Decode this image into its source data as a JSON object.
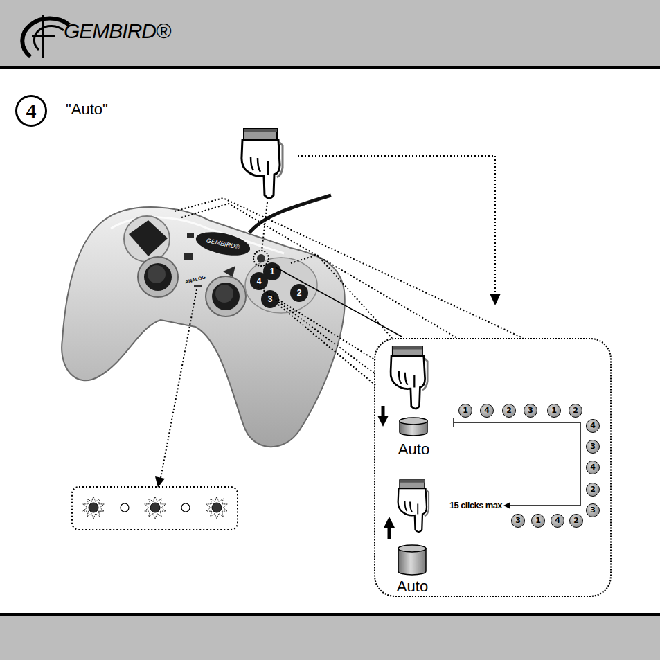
{
  "diagram": {
    "title": "\"Auto\"",
    "nodes": [
      {
        "text": [
          "GEMBIRD®"
        ]
      },
      {
        "text": [
          "4"
        ]
      },
      {
        "text": [
          "15 clicks max"
        ]
      },
      {
        "text": [
          "Auto"
        ],
        "in": 2
      },
      {
        "text": [
          "1"
        ],
        "in": 2
      },
      {
        "text": [
          "4"
        ],
        "in": 2
      },
      {
        "text": [
          "2"
        ],
        "in": 2
      },
      {
        "text": [
          "3"
        ],
        "in": 2
      },
      {
        "text": [
          "1"
        ],
        "in": 2
      },
      {
        "text": [
          "2"
        ],
        "in": 2
      },
      {
        "text": [
          "4"
        ],
        "in": 2
      },
      {
        "text": [
          "3"
        ],
        "in": 2
      },
      {
        "text": [
          "4"
        ],
        "in": 2
      },
      {
        "text": [
          "2"
        ],
        "in": 2
      },
      {
        "text": [
          "3"
        ],
        "in": 2
      },
      {
        "text": [
          "3"
        ],
        "in": 2
      },
      {
        "text": [
          "1"
        ],
        "in": 2
      },
      {
        "text": [
          "4"
        ],
        "in": 2
      },
      {
        "text": [
          "2"
        ],
        "in": 2
      },
      {
        "text": [
          "Auto"
        ],
        "in": 2
      }
    ],
    "labels": [
      "GEMBIRD®",
      "ANALOG",
      "1",
      "4",
      "2",
      "3"
    ]
  }
}
